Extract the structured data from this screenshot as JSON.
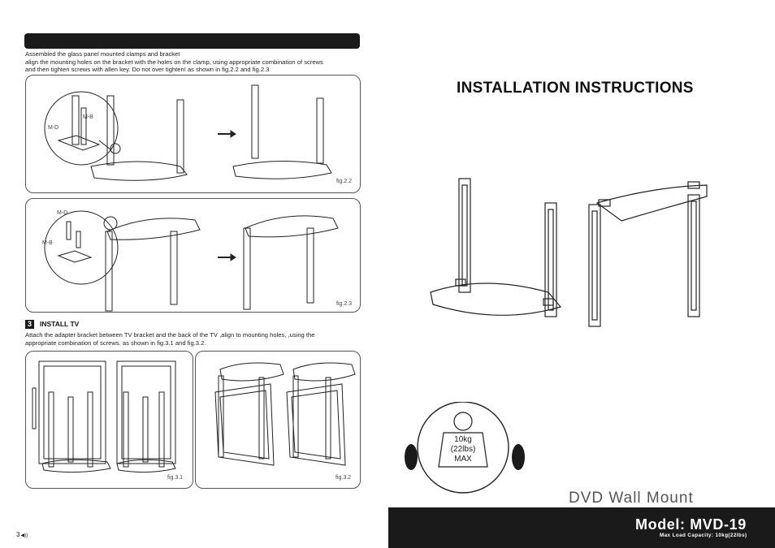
{
  "left_page": {
    "intro_line1": "Assembled the glass panel mounted clamps and bracket",
    "intro_line2": "align the mounting holes on the bracket with the holes on the clamp, using appropriate combination of screws",
    "intro_line3": "and then tighten screws with allen key. Do not over tighten! as shown in fig.2.2 and fig.2.3",
    "fig_2_2": {
      "label": "fig.2.2",
      "callout_md": "M-D",
      "callout_mb": "M-B"
    },
    "fig_2_3": {
      "label": "fig.2.3",
      "callout_md": "M-D",
      "callout_mb": "M-B"
    },
    "step3": {
      "number": "3",
      "title": "INSTALL TV",
      "line1": "Attach the adapter bracket between TV bracket and the back of the TV ,align to mounting holes, ,using the",
      "line2": "appropriate combination of screws. as shown in fig.3.1 and fig.3.2."
    },
    "fig_3_1": {
      "label": "fig.3.1"
    },
    "fig_3_2": {
      "label": "fig.3.2"
    },
    "page_number": "3"
  },
  "right_page": {
    "title": "INSTALLATION INSTRUCTIONS",
    "weight": {
      "line1": "10kg",
      "line2": "(22lbs)",
      "line3": "MAX"
    },
    "product_name": "DVD Wall Mount",
    "model": "Model: MVD-19",
    "max_load": "Max Load Capacity: 10kg(22lbs)"
  },
  "colors": {
    "dark": "#1a1a1a",
    "text": "#222222",
    "subtitle": "#555555"
  }
}
